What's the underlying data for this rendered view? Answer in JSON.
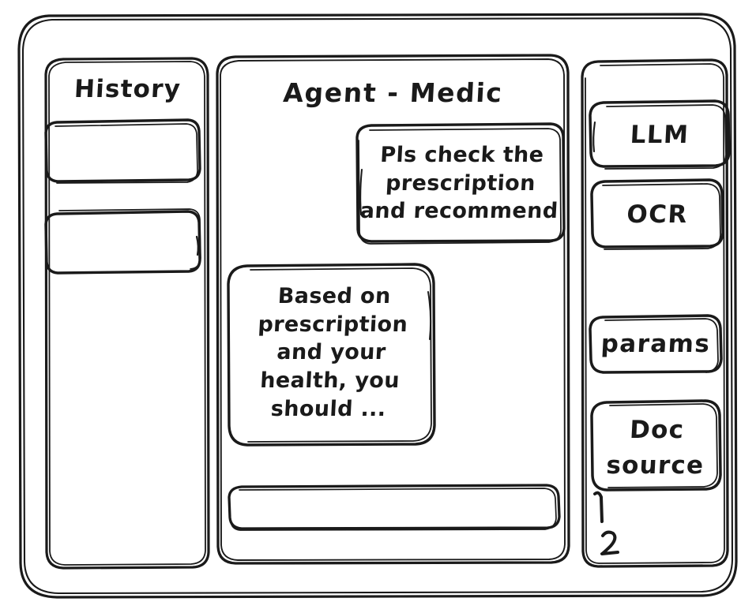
{
  "window": {
    "name": "agent-medic-wireframe"
  },
  "sidebar_left": {
    "title": "History",
    "items": [
      {
        "label": ""
      },
      {
        "label": ""
      }
    ]
  },
  "main": {
    "title": "Agent - Medic",
    "messages": [
      {
        "role": "user",
        "text": "Pls check the\nprescription\nand recommend"
      },
      {
        "role": "assistant",
        "text": "Based on\nprescription\nand your\nhealth, you\nshould ..."
      }
    ],
    "composer": {
      "value": "",
      "placeholder": ""
    }
  },
  "sidebar_right": {
    "tools": [
      {
        "label": "LLM"
      },
      {
        "label": "OCR"
      },
      {
        "label": "params"
      }
    ],
    "doc_source": {
      "label": "Doc\nsource",
      "items": [
        {
          "index": "1"
        },
        {
          "index": "2"
        }
      ]
    }
  },
  "style": {
    "stroke": "#1a1a1a",
    "background": "#ffffff"
  }
}
